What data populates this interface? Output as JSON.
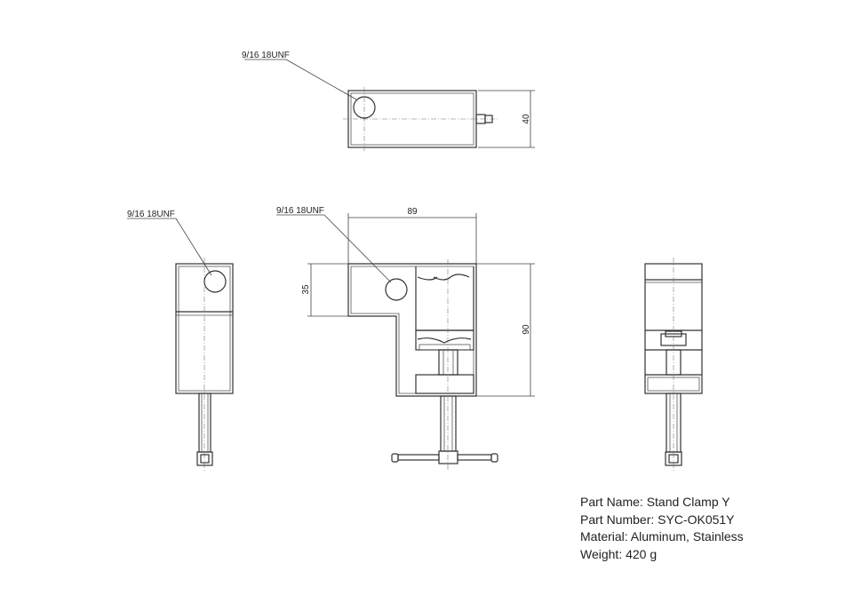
{
  "callouts": {
    "thread_top": "9/16 18UNF",
    "thread_left": "9/16 18UNF",
    "thread_front": "9/16 18UNF"
  },
  "dimensions": {
    "top_height": "40",
    "front_width": "89",
    "front_top_height": "35",
    "front_total_height": "90"
  },
  "part_info": {
    "name": "Part Name: Stand Clamp Y",
    "number": "Part Number: SYC-OK051Y",
    "material": "Material: Aluminum, Stainless",
    "weight": "Weight: 420 g"
  }
}
